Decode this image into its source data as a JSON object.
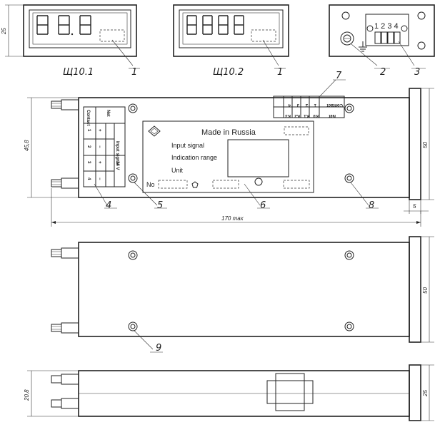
{
  "dimensions": {
    "display_height": "25",
    "body_height": "45,8",
    "panel_width": "50",
    "flange_thickness": "5",
    "total_length": "170 max",
    "side_panel_width": "50",
    "side_height": "20,8",
    "side_panel_height": "25"
  },
  "models": {
    "model_1": "Щ10.1",
    "model_2": "Щ10.2"
  },
  "terminal_numbers": "1 2 3 4",
  "callouts": [
    "1",
    "1",
    "2",
    "3",
    "7",
    "4",
    "5",
    "6",
    "8",
    "9"
  ],
  "nameplate": {
    "title": "Made in Russia",
    "input_signal": "Input signal",
    "indication_range": "Indication range",
    "unit": "Unit",
    "serial_label": "No"
  },
  "left_table": {
    "header_contact": "Contact",
    "header_net": "Net",
    "header_input": "input signal",
    "contacts": [
      "1",
      "2",
      "3",
      "4"
    ],
    "net_signs": [
      "+",
      "−",
      "+",
      "−"
    ],
    "net_voltage": "24 V"
  },
  "right_table": {
    "header_contact": "Contact",
    "header_net": "Net",
    "contact_values": [
      "1",
      "2",
      "3",
      "4"
    ],
    "net_values": [
      "K0",
      "K1",
      "K2",
      "K3"
    ]
  }
}
